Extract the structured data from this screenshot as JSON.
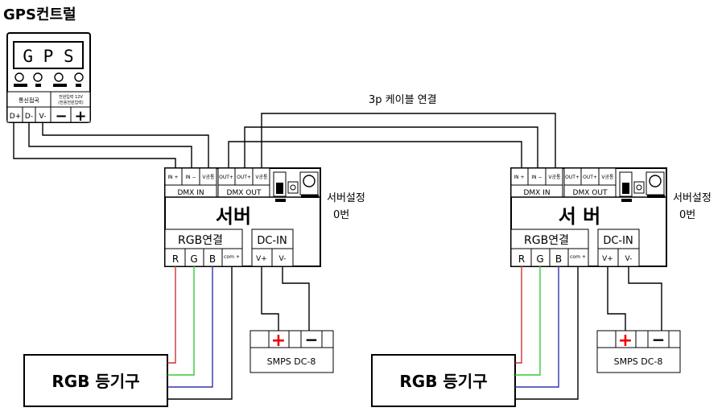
{
  "gps": {
    "title": "GPS컨트럴",
    "display": "G P S",
    "comm_label": "통신접곡",
    "power_label_1": "전원입력 12V",
    "power_label_2": "(전용전원입력)",
    "pins": [
      "D+",
      "D-",
      "V-"
    ],
    "minus": "−",
    "plus": "+"
  },
  "cable_label": "3p 케이블 연결",
  "servers": [
    {
      "name": "서버",
      "dmx_in_pins": [
        "IN +",
        "IN −",
        "V공통"
      ],
      "dmx_out_pins": [
        "OUT+",
        "OUT+",
        "V공통"
      ],
      "dmx_in": "DMX IN",
      "dmx_out": "DMX OUT",
      "rgb_title": "RGB연결",
      "rgb_pins": [
        "R",
        "G",
        "B",
        "com +"
      ],
      "dc_title": "DC-IN",
      "dc_pins": [
        "V+",
        "V-"
      ],
      "setting_1": "서버설정",
      "setting_2": "0번",
      "smps": "SMPS DC-8",
      "smps_plus": "+",
      "smps_minus": "−",
      "device": "RGB 등기구"
    },
    {
      "name": "서 버",
      "dmx_in_pins": [
        "IN +",
        "IN −",
        "V공통"
      ],
      "dmx_out_pins": [
        "OUT+",
        "OUT+",
        "V공통"
      ],
      "dmx_in": "DMX IN",
      "dmx_out": "DMX OUT",
      "rgb_title": "RGB연결",
      "rgb_pins": [
        "R",
        "G",
        "B",
        "com +"
      ],
      "dc_title": "DC-IN",
      "dc_pins": [
        "V+",
        "V-"
      ],
      "setting_1": "서버설정",
      "setting_2": "0번",
      "smps": "SMPS DC-8",
      "smps_plus": "+",
      "smps_minus": "−",
      "device": "RGB 등기구"
    }
  ],
  "colors": {
    "red_wire": "#cc3333",
    "green_wire": "#33cc33",
    "blue_wire": "#3333aa",
    "plus_sign": "#ee0000"
  }
}
